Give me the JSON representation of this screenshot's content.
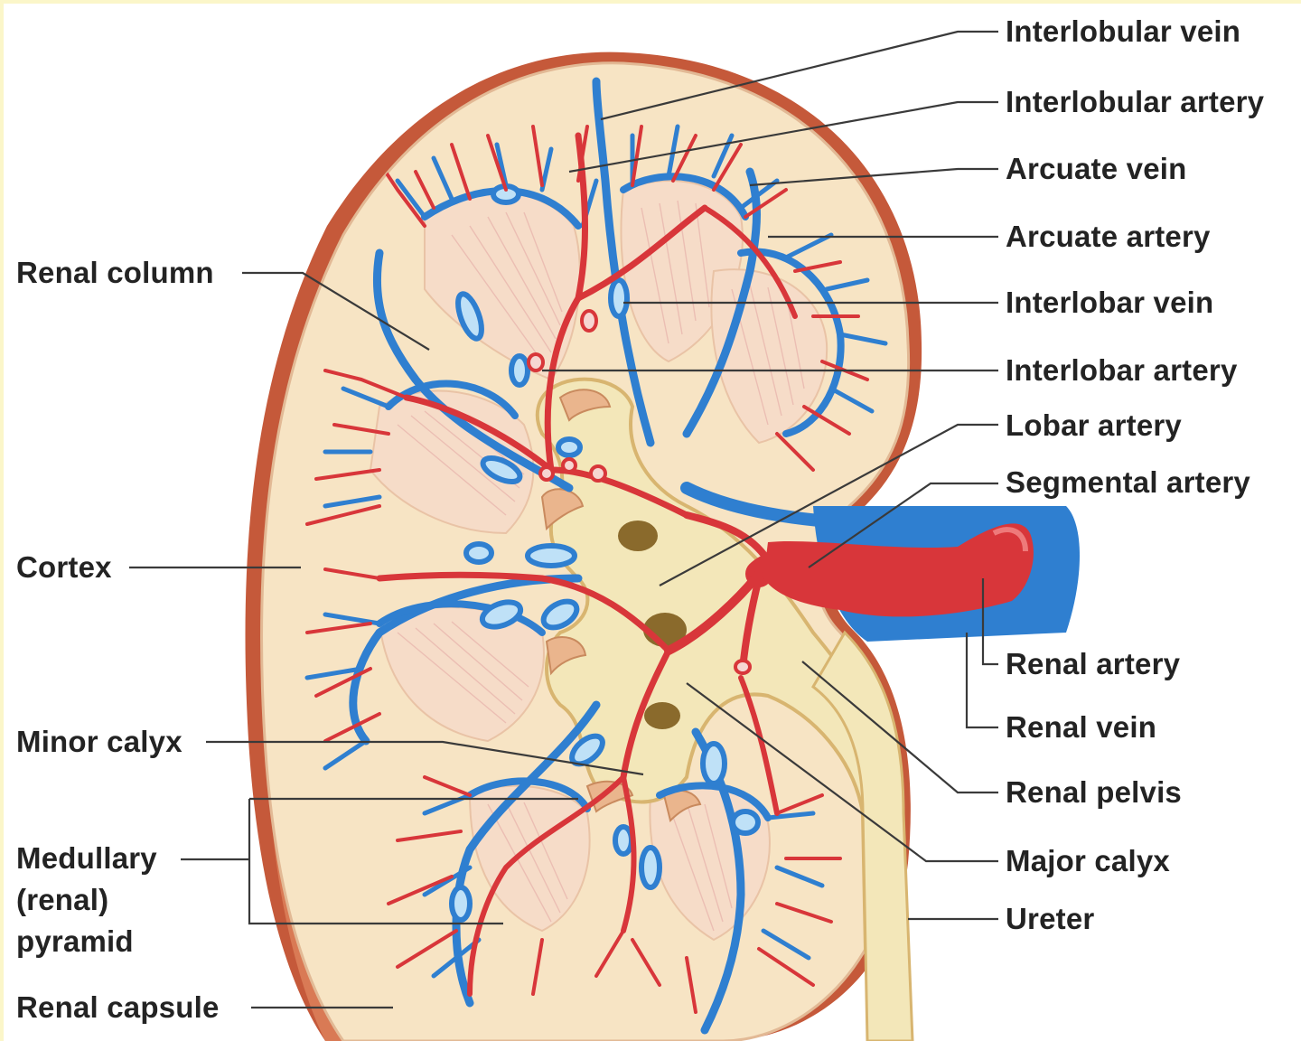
{
  "figure": {
    "colors": {
      "artery": "#d8363a",
      "vein": "#2f7fd0",
      "vein_lumen": "#bfe1f7",
      "capsule": "#c5593a",
      "cortex": "#f7e4c4",
      "pyramid": "#f6dcc8",
      "pelvis": "#f3e7b9",
      "leader": "#3a3a3a"
    }
  },
  "labels_right": [
    {
      "id": "interlobular-vein",
      "text": "Interlobular vein"
    },
    {
      "id": "interlobular-artery",
      "text": "Interlobular artery"
    },
    {
      "id": "arcuate-vein",
      "text": "Arcuate vein"
    },
    {
      "id": "arcuate-artery",
      "text": "Arcuate artery"
    },
    {
      "id": "interlobar-vein",
      "text": "Interlobar vein"
    },
    {
      "id": "interlobar-artery",
      "text": "Interlobar artery"
    },
    {
      "id": "lobar-artery",
      "text": "Lobar artery"
    },
    {
      "id": "segmental-artery",
      "text": "Segmental artery"
    },
    {
      "id": "renal-artery",
      "text": "Renal artery"
    },
    {
      "id": "renal-vein",
      "text": "Renal vein"
    },
    {
      "id": "renal-pelvis",
      "text": "Renal pelvis"
    },
    {
      "id": "major-calyx",
      "text": "Major calyx"
    },
    {
      "id": "ureter",
      "text": "Ureter"
    }
  ],
  "labels_left": [
    {
      "id": "renal-column",
      "text": "Renal column"
    },
    {
      "id": "cortex",
      "text": "Cortex"
    },
    {
      "id": "minor-calyx",
      "text": "Minor calyx"
    },
    {
      "id": "medullary-pyramid",
      "text": "Medullary (renal) pyramid"
    },
    {
      "id": "renal-capsule",
      "text": "Renal capsule"
    }
  ]
}
